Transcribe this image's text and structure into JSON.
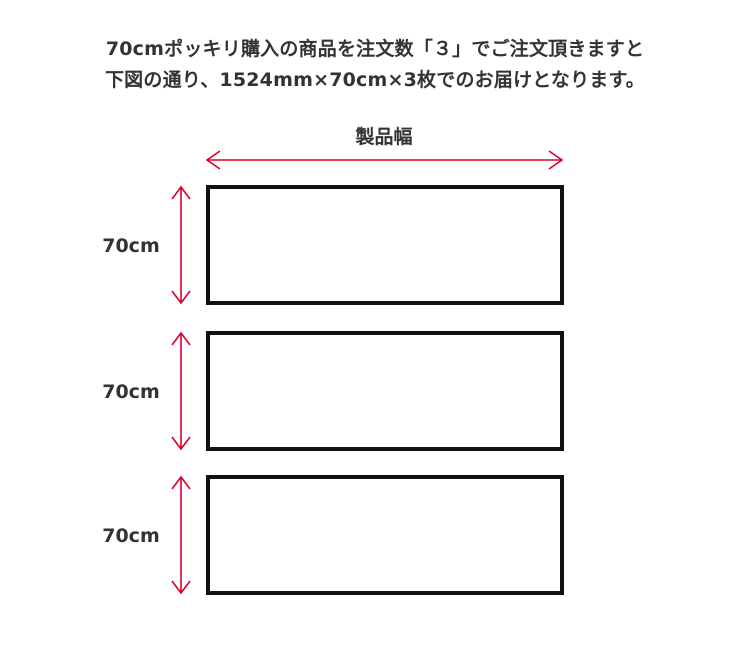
{
  "description": {
    "line1": "70cmポッキリ購入の商品を注文数「３」でご注文頂きますと",
    "line2": "下図の通り、1524mm×70cm×3枚でのお届けとなります。"
  },
  "diagram": {
    "width_label": "製品幅",
    "panels": [
      {
        "height_label": "70cm"
      },
      {
        "height_label": "70cm"
      },
      {
        "height_label": "70cm"
      }
    ],
    "colors": {
      "arrow": "#d9002a",
      "panel_border": "#111111",
      "text": "#333333"
    }
  }
}
